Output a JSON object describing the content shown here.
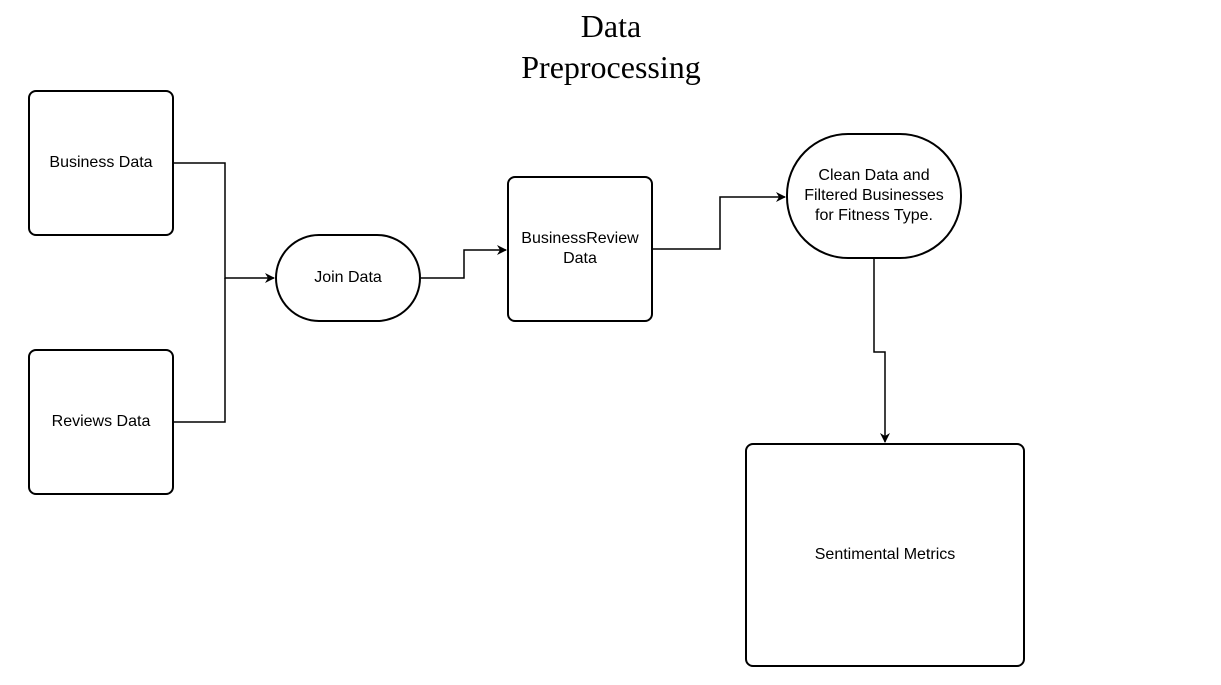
{
  "diagram": {
    "title": "Data\nPreprocessing",
    "nodes": {
      "business_data": "Business Data",
      "reviews_data": "Reviews Data",
      "join_data": "Join Data",
      "business_review_data": "BusinessReview Data",
      "clean_data": "Clean Data and Filtered Businesses for Fitness Type.",
      "sentimental_metrics": "Sentimental Metrics"
    },
    "edges": [
      {
        "from": "business_data",
        "to": "join_data"
      },
      {
        "from": "reviews_data",
        "to": "join_data"
      },
      {
        "from": "join_data",
        "to": "business_review_data"
      },
      {
        "from": "business_review_data",
        "to": "clean_data"
      },
      {
        "from": "clean_data",
        "to": "sentimental_metrics"
      }
    ]
  }
}
